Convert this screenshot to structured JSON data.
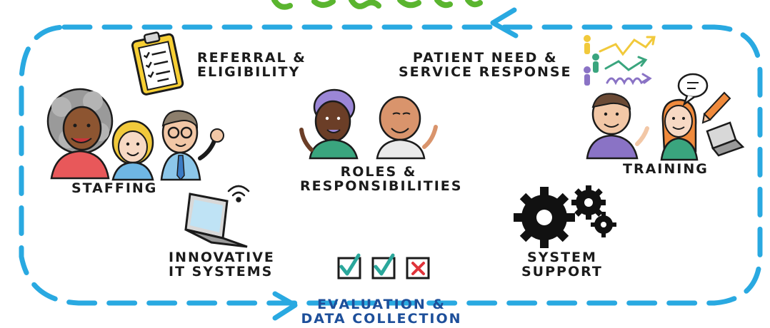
{
  "labels": {
    "referral": [
      "REFERRAL &",
      "ELIGIBILITY"
    ],
    "patient_need": [
      "PATIENT NEED &",
      "SERVICE RESPONSE"
    ],
    "staffing": "STAFFING",
    "roles": [
      "ROLES &",
      "RESPONSIBILITIES"
    ],
    "training": "TRAINING",
    "innovative": [
      "INNOVATIVE",
      "IT SYSTEMS"
    ],
    "system_support": [
      "SYSTEM",
      "SUPPORT"
    ],
    "evaluation": [
      "EVALUATION &",
      "DATA COLLECTION"
    ]
  },
  "colors": {
    "loop": "#29a9e1",
    "title_green": "#5ab52f",
    "check_green": "#2aa79b",
    "cross_red": "#e0333a",
    "clipboard_yellow": "#f7cf34",
    "teal_shirt": "#3aa57e",
    "purple_shirt": "#8a73c5",
    "red_shirt": "#e8585a",
    "gear_black": "#111111"
  },
  "icons": [
    "clipboard-icon",
    "people-icon",
    "laptop-icon",
    "wifi-icon",
    "checkbox-icon",
    "gears-icon",
    "speech-bubble-icon",
    "pencil-icon",
    "arrows-icon"
  ]
}
